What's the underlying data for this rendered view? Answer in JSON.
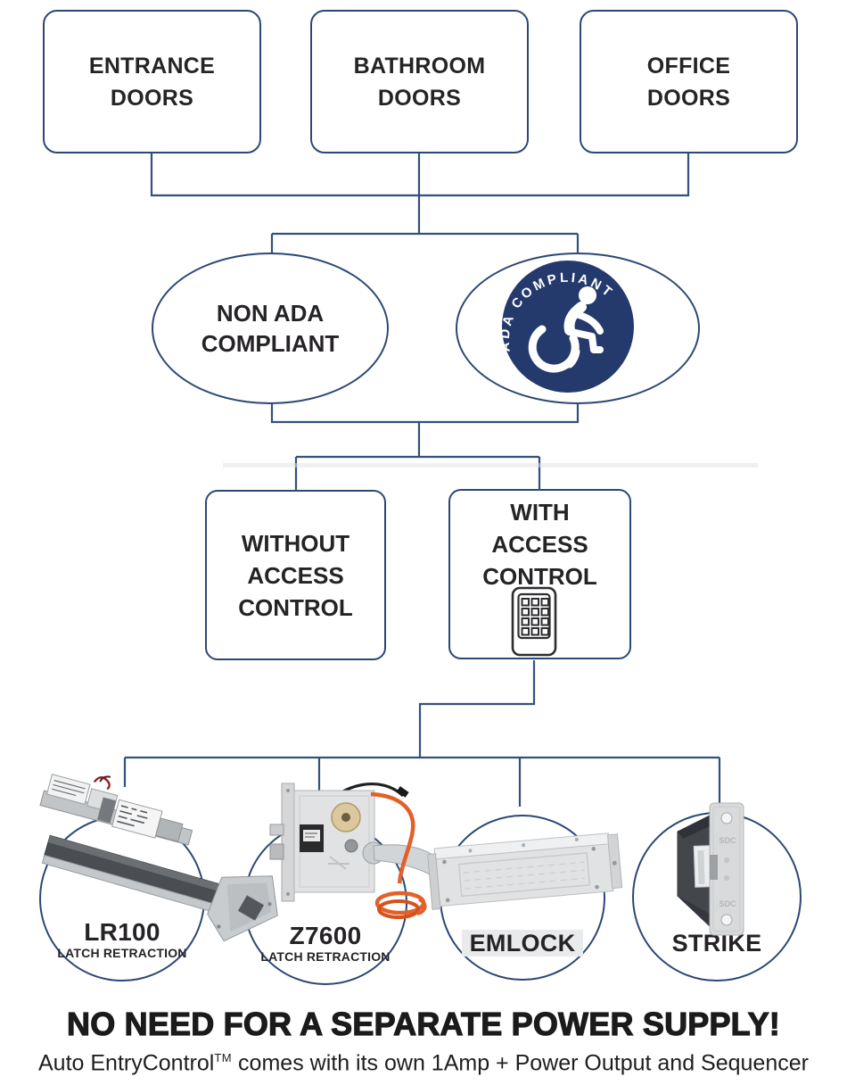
{
  "colors": {
    "connector_line": "#33517d",
    "node_border": "#2b4874",
    "badge_navy": "#253a6c",
    "text_dark": "#262327",
    "headline_black": "#1b1b1b",
    "cable_orange": "#e2602a",
    "metal_gray": "#d6d8da"
  },
  "icons": {
    "with_access_control": "keypad-icon",
    "ada_compliant": "wheelchair-icon"
  },
  "top_row": {
    "box1": {
      "line1": "ENTRANCE",
      "line2": "DOORS"
    },
    "box2": {
      "line1": "BATHROOM",
      "line2": "DOORS"
    },
    "box3": {
      "line1": "OFFICE",
      "line2": "DOORS"
    }
  },
  "compliance": {
    "non_ada": {
      "line1": "NON ADA",
      "line2": "COMPLIANT"
    },
    "ada_badge_text": "ADA COMPLIANT"
  },
  "access": {
    "without": {
      "line1": "WITHOUT",
      "line2": "ACCESS",
      "line3": "CONTROL"
    },
    "with": {
      "line1": "WITH",
      "line2": "ACCESS",
      "line3": "CONTROL"
    }
  },
  "products": [
    {
      "name": "LR100",
      "subtitle": "LATCH RETRACTION"
    },
    {
      "name": "Z7600",
      "subtitle": "LATCH RETRACTION"
    },
    {
      "name": "EMLOCK",
      "subtitle": ""
    },
    {
      "name": "STRIKE",
      "subtitle": ""
    }
  ],
  "strike_marks": {
    "top": "SDC",
    "bottom": "SDC"
  },
  "footer": {
    "headline": "NO NEED FOR A SEPARATE POWER SUPPLY!",
    "line_prefix": "Auto EntryControl",
    "tm": "TM",
    "line_rest": " comes with its own 1Amp + Power Output and Sequencer"
  }
}
